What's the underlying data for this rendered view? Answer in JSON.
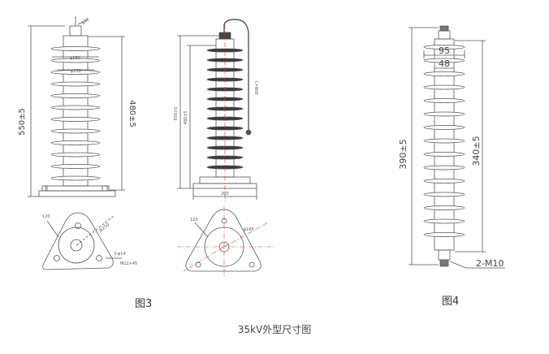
{
  "caption_main": "35kV外型尺寸图",
  "fig3": {
    "caption": "图3",
    "left_view": {
      "total_height": "550±5",
      "body_height": "480±5",
      "dia_top": "φ10",
      "dia_shed": "φ160",
      "dia_body": "φ130"
    },
    "left_plan": {
      "radius": "R250",
      "holes": "3-φ14",
      "note_top": "120",
      "note_bolt": "M12×45"
    },
    "mid_view": {
      "height_1": "550±5",
      "height_2": "480±5",
      "lead": "L=800",
      "base_width": "260"
    },
    "mid_plan": {
      "dia": "φ165",
      "note_left": "120"
    }
  },
  "fig4": {
    "caption": "图4",
    "top_width": "95",
    "body_width": "48",
    "total_height": "390±5",
    "body_height": "340±5",
    "thread": "2-M10"
  },
  "colors": {
    "line": "#555555",
    "shed_dark": "#3a3a3a",
    "red_axis": "#d33a2c",
    "dim": "#666666"
  }
}
